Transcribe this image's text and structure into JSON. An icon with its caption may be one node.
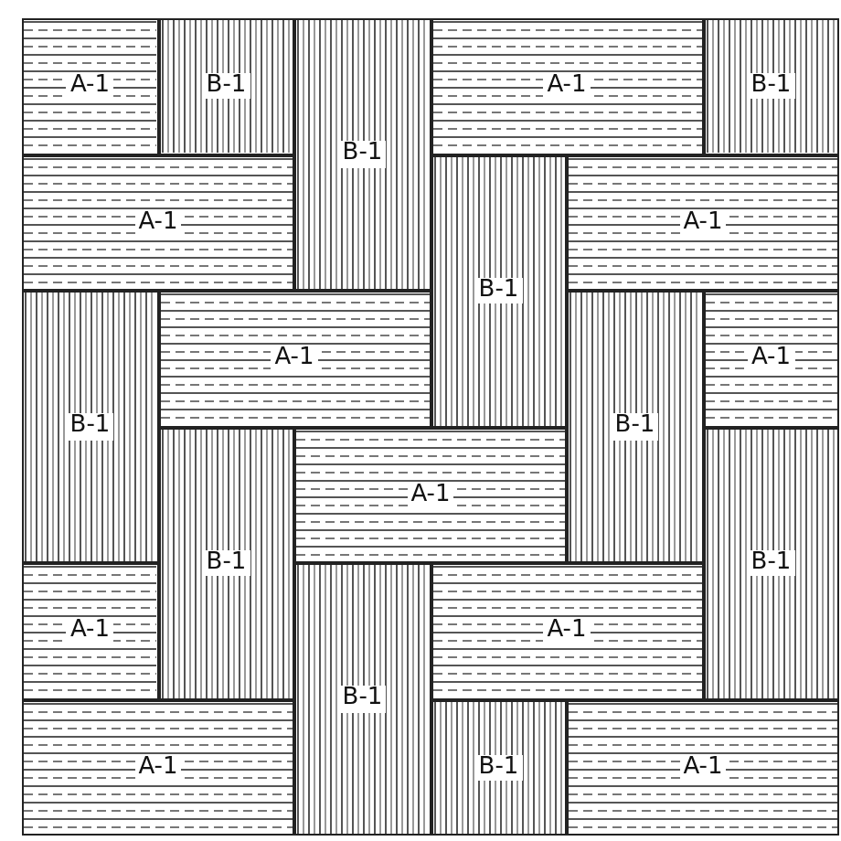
{
  "diagram": {
    "nodes": [
      {
        "text": [
          "A-1"
        ]
      },
      {
        "text": [
          "B-1"
        ]
      },
      {
        "text": [
          "B-1"
        ]
      },
      {
        "text": [
          "A-1"
        ]
      },
      {
        "text": [
          "B-1"
        ]
      },
      {
        "text": [
          "A-1"
        ]
      },
      {
        "text": [
          "B-1"
        ]
      },
      {
        "text": [
          "A-1"
        ]
      },
      {
        "text": [
          "B-1"
        ]
      },
      {
        "text": [
          "A-1"
        ]
      },
      {
        "text": [
          "B-1"
        ]
      },
      {
        "text": [
          "A-1"
        ]
      },
      {
        "text": [
          "B-1"
        ]
      },
      {
        "text": [
          "A-1"
        ]
      },
      {
        "text": [
          "B-1"
        ]
      },
      {
        "text": [
          "A-1"
        ]
      },
      {
        "text": [
          "B-1"
        ]
      },
      {
        "text": [
          "A-1"
        ]
      },
      {
        "text": [
          "A-1"
        ]
      },
      {
        "text": [
          "B-1"
        ]
      },
      {
        "text": [
          "A-1"
        ]
      }
    ]
  }
}
